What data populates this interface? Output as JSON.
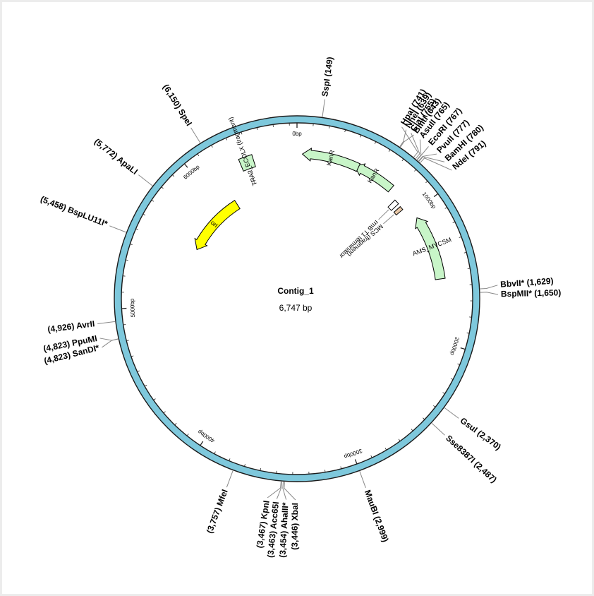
{
  "map": {
    "name": "Contig_1",
    "length_label": "6,747 bp",
    "total_bp": 6747,
    "ring_color": "#7ec8dc",
    "ticks": [
      {
        "bp": 0,
        "label": "0bp"
      },
      {
        "bp": 1000,
        "label": "1000bp"
      },
      {
        "bp": 2000,
        "label": "2000bp"
      },
      {
        "bp": 3000,
        "label": "3000bp"
      },
      {
        "bp": 4000,
        "label": "4000bp"
      },
      {
        "bp": 5000,
        "label": "5000bp"
      },
      {
        "bp": 6000,
        "label": "6000bp"
      }
    ],
    "features": [
      {
        "id": "kanr1",
        "label": "KanR",
        "start": 440,
        "end": 760,
        "arrow": "ccw",
        "label_inside": true,
        "color": "#c8f5c8"
      },
      {
        "id": "kanr2",
        "label": "KanR",
        "start": 40,
        "end": 470,
        "arrow": "ccw",
        "label_inside": true,
        "color": "#c8f5c8"
      },
      {
        "id": "ams",
        "label": "AMS_MYCSM",
        "start": 1050,
        "end": 1540,
        "arrow": "ccw",
        "label_inside": true,
        "color": "#c8f5c8"
      },
      {
        "id": "ori",
        "label": "ori",
        "start": 5550,
        "end": 6140,
        "arrow": "ccw",
        "label_inside": true,
        "color": "#ffff00"
      },
      {
        "id": "tra2",
        "label": "TRA2_ECOLX (fragment)",
        "start": 6320,
        "end": 6420,
        "arrow": "none",
        "label_inside": false,
        "color": "#c8f5c8"
      },
      {
        "id": "mcs",
        "label": "MCS (fragment)",
        "start": 905,
        "end": 935,
        "arrow": "none",
        "label_inside": false,
        "color": "#e8c8a8"
      },
      {
        "id": "rrnb",
        "label": "rrnB T1 terminator",
        "start": 840,
        "end": 880,
        "arrow": "none",
        "label_inside": false,
        "color": "#ffffff"
      }
    ],
    "sites": [
      {
        "name": "SspI",
        "pos": "149",
        "bp": 149
      },
      {
        "name": "NheI",
        "pos": "639",
        "bp": 639
      },
      {
        "name": "BmtI",
        "pos": "643",
        "bp": 643
      },
      {
        "name": "HpaI",
        "pos": "741",
        "bp": 741
      },
      {
        "name": "ClaI",
        "pos": "755",
        "bp": 755
      },
      {
        "name": "AsuII",
        "pos": "765",
        "bp": 765
      },
      {
        "name": "EcoRI",
        "pos": "767",
        "bp": 767
      },
      {
        "name": "PvuII",
        "pos": "777",
        "bp": 777
      },
      {
        "name": "BamHI",
        "pos": "780",
        "bp": 780
      },
      {
        "name": "NdeI",
        "pos": "791",
        "bp": 791
      },
      {
        "name": "BbvII*",
        "pos": "1,629",
        "bp": 1629
      },
      {
        "name": "BspMII*",
        "pos": "1,650",
        "bp": 1650
      },
      {
        "name": "GsuI",
        "pos": "2,370",
        "bp": 2370
      },
      {
        "name": "Sse8387I",
        "pos": "2,487",
        "bp": 2487
      },
      {
        "name": "MauBI",
        "pos": "2,999",
        "bp": 2999
      },
      {
        "name": "XbaI",
        "pos": "3,446",
        "bp": 3446
      },
      {
        "name": "AhaIII*",
        "pos": "3,454",
        "bp": 3454
      },
      {
        "name": "Acc65I",
        "pos": "3,463",
        "bp": 3463
      },
      {
        "name": "KpnI",
        "pos": "3,467",
        "bp": 3467
      },
      {
        "name": "MfeI",
        "pos": "3,757",
        "bp": 3757
      },
      {
        "name": "SanDI*",
        "pos": "4,823",
        "bp": 4823
      },
      {
        "name": "PpuMI",
        "pos": "4,823",
        "bp": 4823
      },
      {
        "name": "AvrII",
        "pos": "4,926",
        "bp": 4926
      },
      {
        "name": "BspLU11I*",
        "pos": "5,458",
        "bp": 5458
      },
      {
        "name": "ApaLI",
        "pos": "5,772",
        "bp": 5772
      },
      {
        "name": "SpeI",
        "pos": "6,150",
        "bp": 6150
      }
    ]
  }
}
